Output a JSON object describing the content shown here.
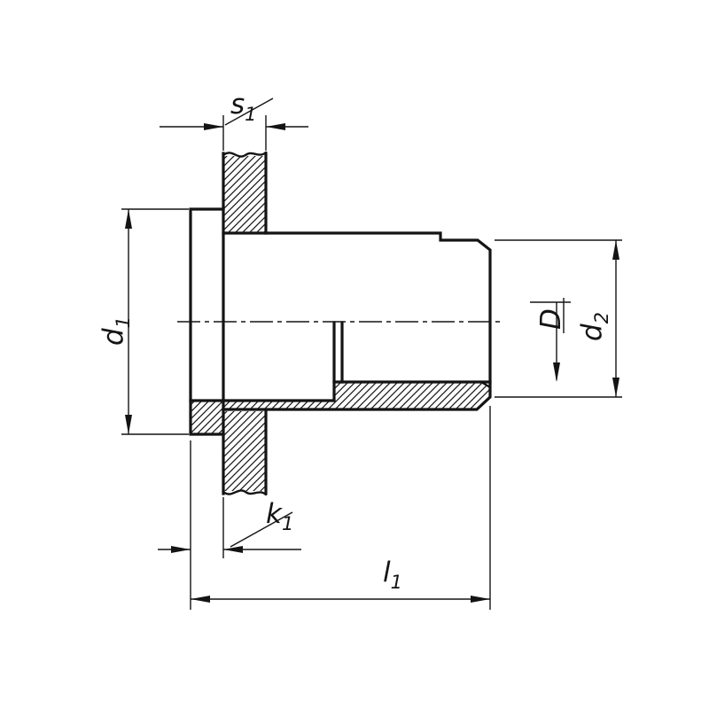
{
  "drawing": {
    "kind": "technical-section-drawing",
    "subject": "blind rivet nut with flat head, installed through a sheet (half section)",
    "colors": {
      "line": "#141414",
      "background": "#ffffff",
      "hatch": "#141414"
    }
  },
  "dimensions": {
    "s1": {
      "base": "s",
      "sub": "1"
    },
    "d1": {
      "base": "d",
      "sub": "1"
    },
    "d2": {
      "base": "d",
      "sub": "2"
    },
    "D": {
      "base": "D",
      "sub": ""
    },
    "k1": {
      "base": "k",
      "sub": "1"
    },
    "l1": {
      "base": "l",
      "sub": "1"
    }
  }
}
